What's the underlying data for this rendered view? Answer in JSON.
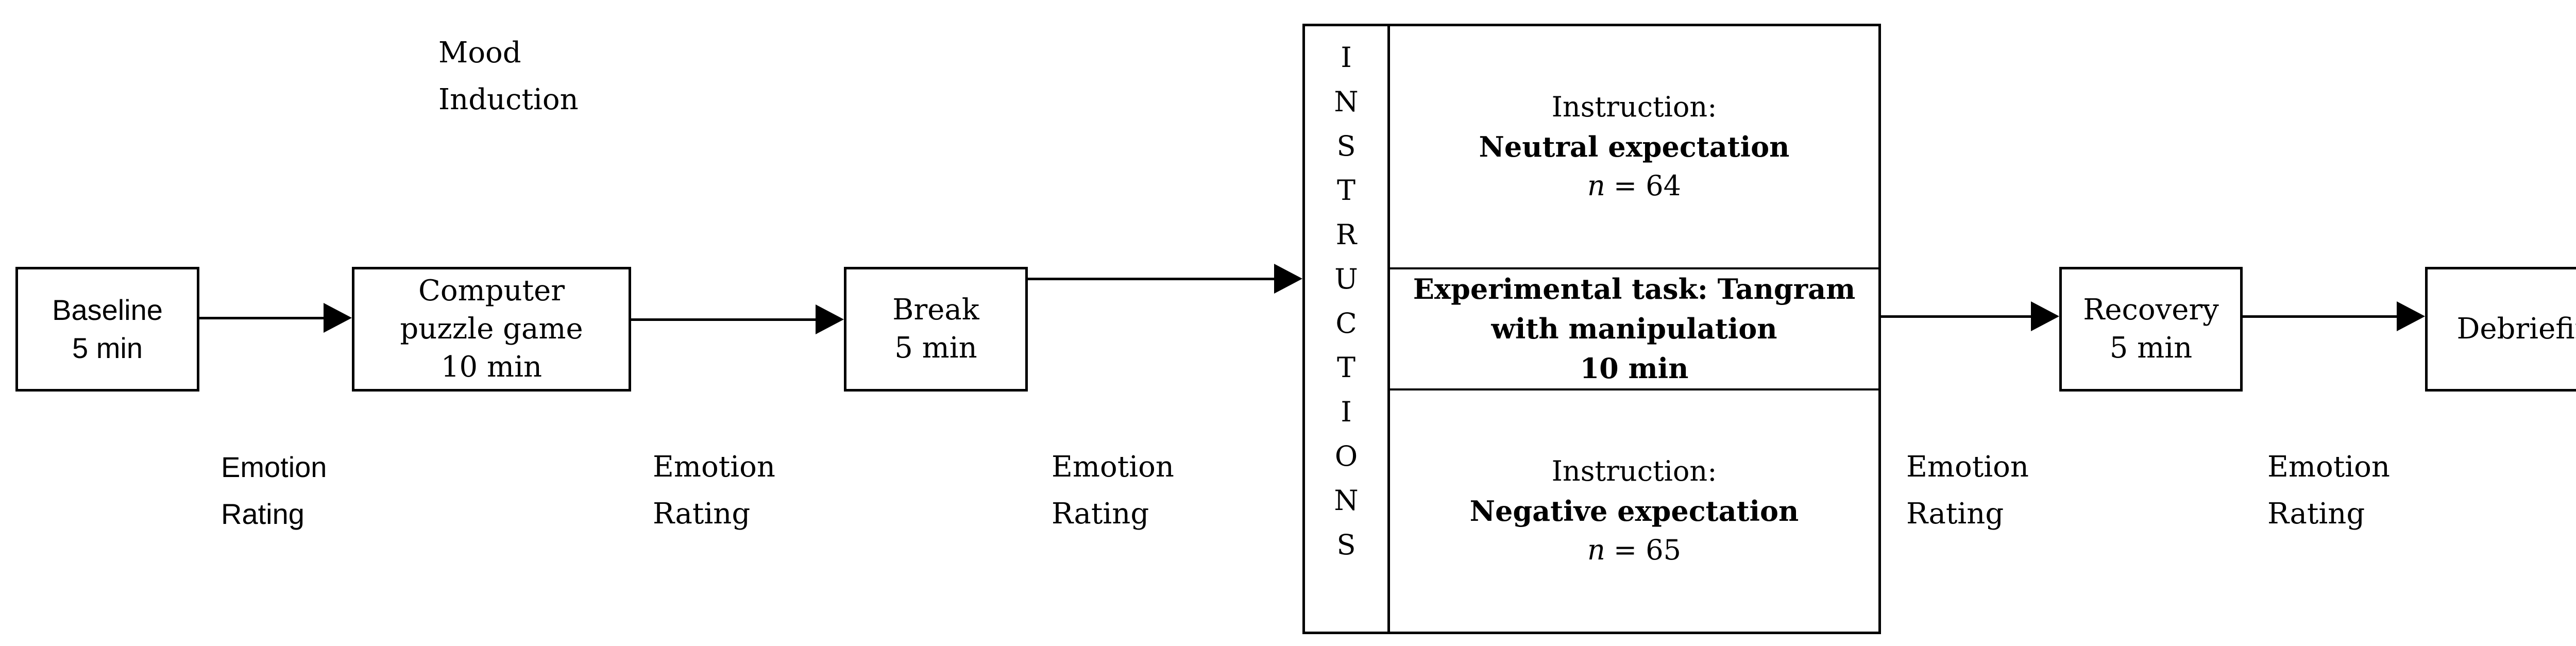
{
  "colors": {
    "background": "#ffffff",
    "line": "#000000",
    "text": "#000000"
  },
  "mood_induction": {
    "line1": "Mood",
    "line2": "Induction"
  },
  "boxes": {
    "baseline": {
      "line1": "Baseline",
      "line2": "5 min"
    },
    "computer": {
      "line1": "Computer",
      "line2": "puzzle game",
      "line3": "10 min"
    },
    "break": {
      "line1": "Break",
      "line2": "5 min"
    },
    "recovery": {
      "line1": "Recovery",
      "line2": "5 min"
    },
    "debriefing": {
      "line1": "Debriefing"
    }
  },
  "instructions_column": {
    "word": "INSTRUCTIONS",
    "letters": [
      "I",
      "N",
      "S",
      "T",
      "R",
      "U",
      "C",
      "T",
      "I",
      "O",
      "N",
      "S"
    ]
  },
  "condition_box": {
    "neutral": {
      "heading": "Instruction:",
      "title": "Neutral expectation",
      "n_symbol": "n",
      "n_value": "= 64"
    },
    "task": {
      "line1": "Experimental task: Tangram",
      "line2": "with manipulation",
      "line3": "10 min"
    },
    "negative": {
      "heading": "Instruction:",
      "title": "Negative expectation",
      "n_symbol": "n",
      "n_value": "= 65"
    }
  },
  "emotion_ratings": [
    {
      "line1": "Emotion",
      "line2": "Rating"
    },
    {
      "line1": "Emotion",
      "line2": "Rating"
    },
    {
      "line1": "Emotion",
      "line2": "Rating"
    },
    {
      "line1": "Emotion",
      "line2": "Rating"
    },
    {
      "line1": "Emotion",
      "line2": "Rating"
    }
  ]
}
